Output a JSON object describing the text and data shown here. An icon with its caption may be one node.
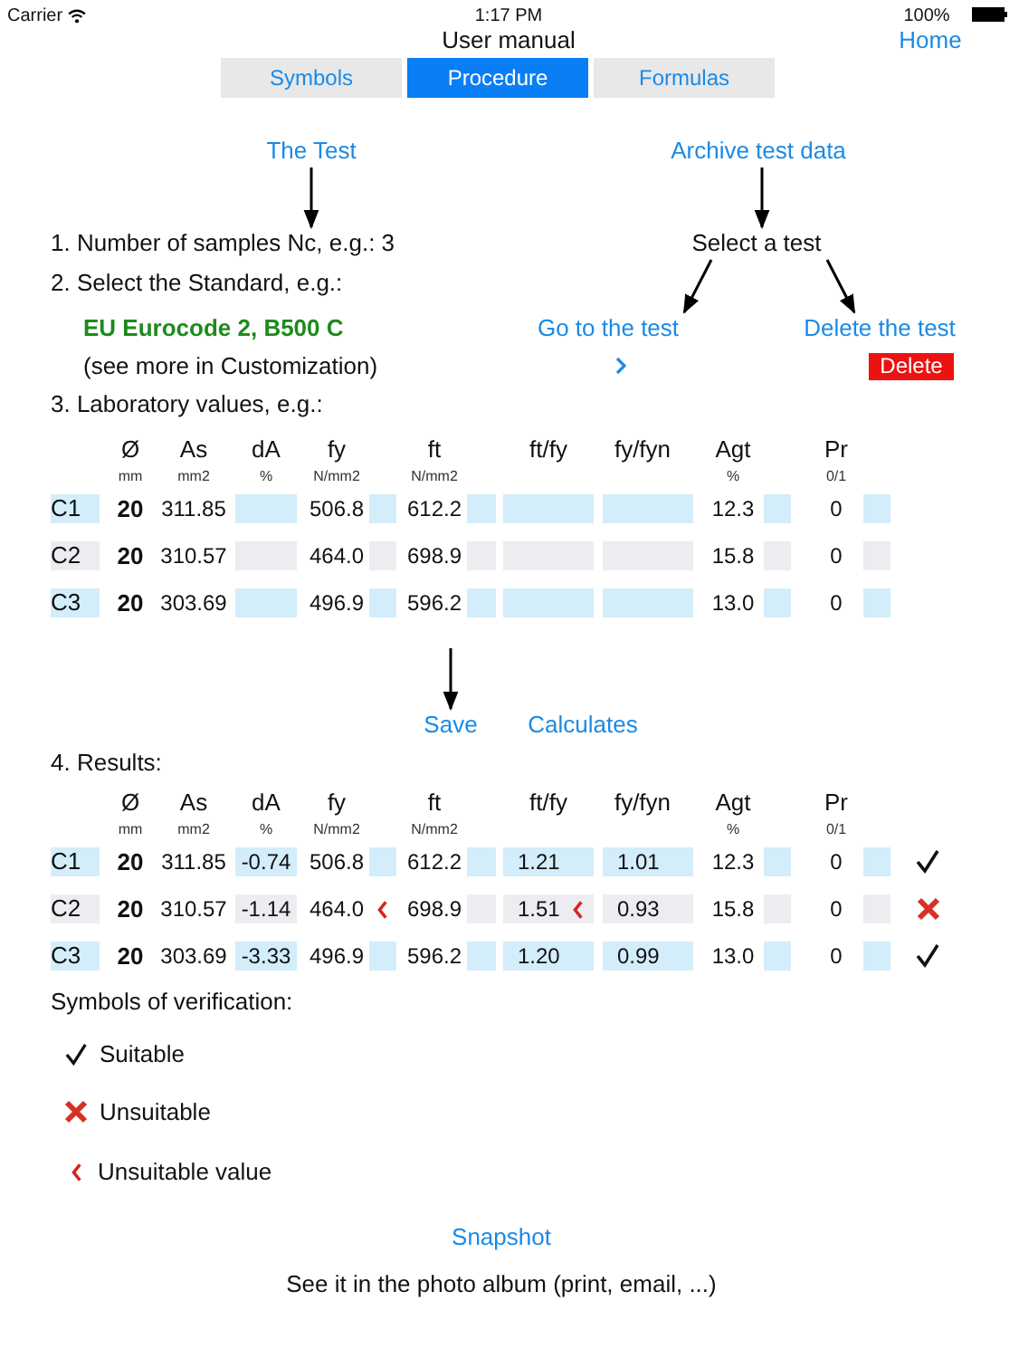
{
  "diagram": {
    "nodes": [
      {
        "text": [
          "The Test"
        ]
      },
      {
        "text": [
          "Archive test data"
        ]
      },
      {
        "text": [
          "1. Number of samples Nc, e.g.: 3"
        ]
      },
      {
        "text": [
          "Select a test"
        ]
      },
      {
        "text": [
          "Go to the test"
        ]
      },
      {
        "text": [
          "Delete the test"
        ]
      },
      {
        "text": [
          "Save"
        ]
      },
      {
        "text": [
          "Calculates"
        ]
      }
    ],
    "edges": [
      {
        "from": 0,
        "to": 2,
        "arrow": "to"
      },
      {
        "from": 1,
        "to": 3,
        "arrow": "to"
      },
      {
        "from": 3,
        "to": 4,
        "arrow": "to"
      },
      {
        "from": 3,
        "to": 5,
        "arrow": "to"
      },
      {
        "from": null,
        "to": 6,
        "arrow": "to"
      }
    ],
    "labels": [
      "Carrier",
      "1:17 PM",
      "100%",
      "User manual",
      "Home",
      "Symbols",
      "Procedure",
      "Formulas",
      "2. Select the Standard, e.g.:",
      "EU Eurocode 2, B500 C",
      "(see more in Customization)",
      "Delete",
      "3. Laboratory values, e.g.:",
      "Ø",
      "mm",
      "As",
      "mm2",
      "dA",
      "%",
      "fy",
      "N/mm2",
      "ft",
      "N/mm2",
      "ft/fy",
      "fy/fyn",
      "Agt",
      "%",
      "Pr",
      "0/1",
      "C1",
      "20",
      "311.85",
      "506.8",
      "612.2",
      "12.3",
      "0",
      "C2",
      "20",
      "310.57",
      "464.0",
      "698.9",
      "15.8",
      "0",
      "C3",
      "20",
      "303.69",
      "496.9",
      "596.2",
      "13.0",
      "0",
      "4. Results:",
      "Ø",
      "mm",
      "As",
      "mm2",
      "dA",
      "%",
      "fy",
      "N/mm2",
      "ft",
      "N/mm2",
      "ft/fy",
      "fy/fyn",
      "Agt",
      "%",
      "Pr",
      "0/1",
      "C1",
      "20",
      "311.85",
      "-0.74",
      "506.8",
      "612.2",
      "1.21",
      "1.01",
      "12.3",
      "0",
      "C2",
      "20",
      "310.57",
      "-1.14",
      "464.0",
      "698.9",
      "1.51",
      "0.93",
      "15.8",
      "0",
      "C3",
      "20",
      "303.69",
      "-3.33",
      "496.9",
      "596.2",
      "1.20",
      "0.99",
      "13.0",
      "0",
      "Symbols of verification:",
      "Suitable",
      "Unsuitable",
      "Unsuitable value",
      "Snapshot",
      "See it in the photo album (print, email, ...)"
    ]
  }
}
